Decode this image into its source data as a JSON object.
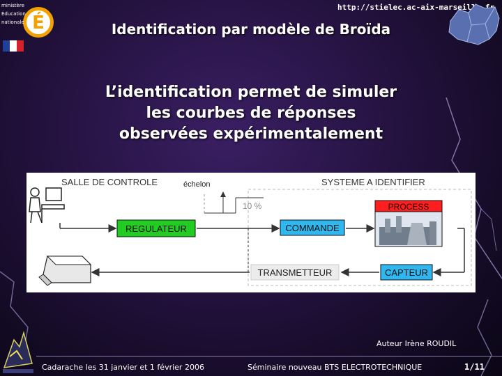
{
  "header": {
    "url": "http://stielec.ac-aix-marseille.fr",
    "title": "Identification par modèle de Broïda",
    "logo_text": [
      "ministère",
      "Éducation",
      "nationale"
    ]
  },
  "main": {
    "lines": [
      "L’identification permet de simuler",
      "les courbes de réponses",
      "observées expérimentalement"
    ]
  },
  "diagram": {
    "salle": "SALLE DE CONTROLE",
    "echelon": "échelon",
    "systeme": "SYSTEME A IDENTIFIER",
    "percent": "10 %",
    "regulateur": "REGULATEUR",
    "commande": "COMMANDE",
    "process": "PROCESS",
    "transmetteur": "TRANSMETTEUR",
    "capteur": "CAPTEUR"
  },
  "footer": {
    "author": "Auteur Irène ROUDIL",
    "left": "Cadarache les 31 janvier et 1 février 2006",
    "center": "Séminaire nouveau BTS ELECTROTECHNIQUE",
    "page": "1/11"
  },
  "colors": {
    "regulateur": "#22cc22",
    "commande": "#2fb7f0",
    "process": "#ff1e1e",
    "capteur": "#2fb7f0",
    "arrow": "#333333"
  }
}
